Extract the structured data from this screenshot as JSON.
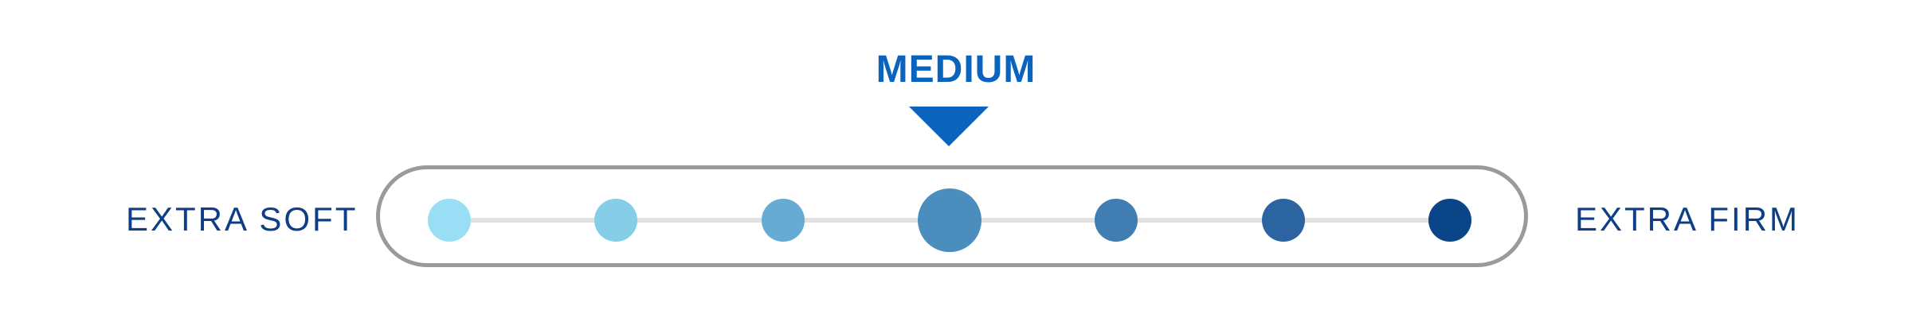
{
  "firmness_scale": {
    "selected_label": "MEDIUM",
    "left_label": "EXTRA SOFT",
    "right_label": "EXTRA FIRM",
    "total_levels": 7,
    "selected_level": 4,
    "levels": [
      {
        "color": "#99def5"
      },
      {
        "color": "#86cde8"
      },
      {
        "color": "#65abd3"
      },
      {
        "color": "#4b8dbd"
      },
      {
        "color": "#3f7db3"
      },
      {
        "color": "#2b64a1"
      },
      {
        "color": "#0a4587"
      }
    ],
    "colors": {
      "selected_label": "#0a63bd",
      "pointer": "#0a63bd",
      "end_labels": "#0e3f86",
      "track_border": "#9a9a9a",
      "track_line": "#e2e2e2"
    },
    "icons": {
      "pointer": "down-triangle-icon"
    }
  }
}
